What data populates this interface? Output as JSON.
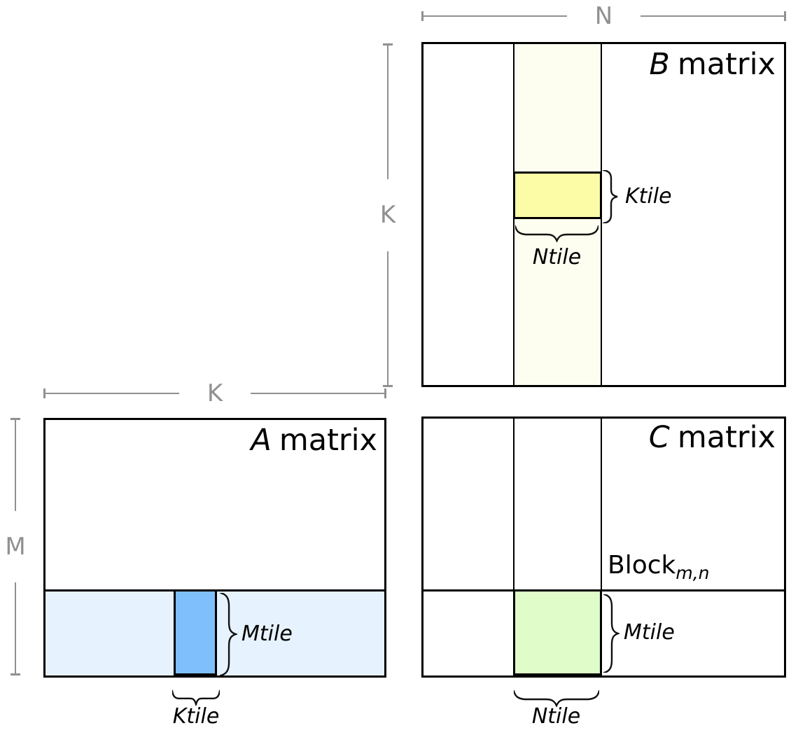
{
  "diagram": {
    "dimension_labels": {
      "n": "N",
      "k": "K",
      "m": "M"
    },
    "matrices": {
      "b": {
        "letter": "B",
        "word": "matrix",
        "tile_labels": {
          "ktile": "Ktile",
          "ntile": "Ntile"
        }
      },
      "a": {
        "letter": "A",
        "word": "matrix",
        "tile_labels": {
          "mtile": "Mtile",
          "ktile": "Ktile"
        }
      },
      "c": {
        "letter": "C",
        "word": "matrix",
        "block": {
          "base": "Block",
          "subscript": "m,n"
        },
        "tile_labels": {
          "mtile": "Mtile",
          "ntile": "Ntile"
        }
      }
    },
    "colors": {
      "b_column_fill": "#FDFDF0",
      "b_tile_fill": "#FCFBA6",
      "a_row_fill": "#E6F2FD",
      "a_tile_fill": "#7FBFFC",
      "c_tile_fill": "#DFFCC9",
      "dimension_line": "#909090",
      "border": "#000000"
    }
  }
}
